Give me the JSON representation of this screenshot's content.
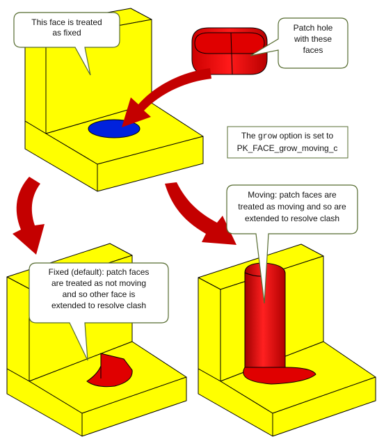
{
  "colors": {
    "block_fill": "#ffff00",
    "block_outline": "#000000",
    "patch_fill": "#e00000",
    "hole_fill": "#0022dd",
    "arrow_fill": "#c40000",
    "callout_fill": "#ffffff",
    "callout_stroke": "#556b2f"
  },
  "callouts": {
    "fixed_face": [
      "This face is treated",
      "as fixed"
    ],
    "patch_hole": [
      "Patch hole",
      "with these",
      "faces"
    ],
    "fixed_default": [
      "Fixed (default): patch faces",
      "are treated as not moving",
      "and so other face is",
      "extended to resolve clash"
    ],
    "moving": [
      "Moving: patch faces are",
      "treated as moving and so are",
      "extended to resolve clash"
    ]
  },
  "info_box": {
    "prefix": "The ",
    "keyword": "grow",
    "suffix": " option is set to",
    "line2": "PK_FACE_grow_moving_c"
  }
}
